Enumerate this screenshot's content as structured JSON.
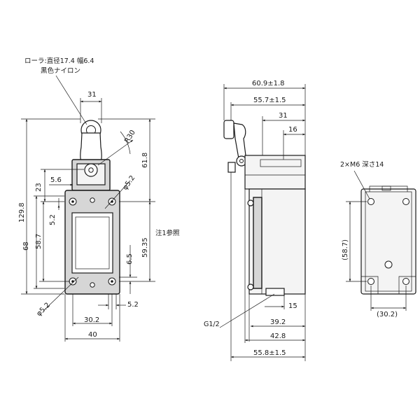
{
  "front_view": {
    "roller_note_line1": "ローラ:直径17.4 幅6.4",
    "roller_note_line2": "黒色ナイロン",
    "dim_width_top": "31",
    "dim_radius": "R30",
    "dim_lever_height": "61.8",
    "dim_overall_height": "129.8",
    "dim_23": "23",
    "dim_5_6": "5.6",
    "dim_hole_dia": "φ5.2",
    "dim_5_2_left": "5.2",
    "dim_58_7": "58.7",
    "dim_68": "68",
    "dim_59_35": "59.35",
    "dim_6_5": "6.5",
    "note_ref": "注1参照",
    "dim_hole_dia_bottom": "φ5.2",
    "dim_5_2_bottom": "5.2",
    "dim_30_2": "30.2",
    "dim_40": "40"
  },
  "side_view": {
    "dim_60_9": "60.9±1.8",
    "dim_55_7": "55.7±1.5",
    "dim_31": "31",
    "dim_16": "16",
    "thread_label": "G1/2",
    "dim_15": "15",
    "dim_39_2": "39.2",
    "dim_42_8": "42.8",
    "dim_55_8": "55.8±1.5"
  },
  "back_view": {
    "mount_note": "2×M6 深さ14",
    "dim_58_7_ref": "(58.7)",
    "dim_30_2_ref": "(30.2)"
  }
}
